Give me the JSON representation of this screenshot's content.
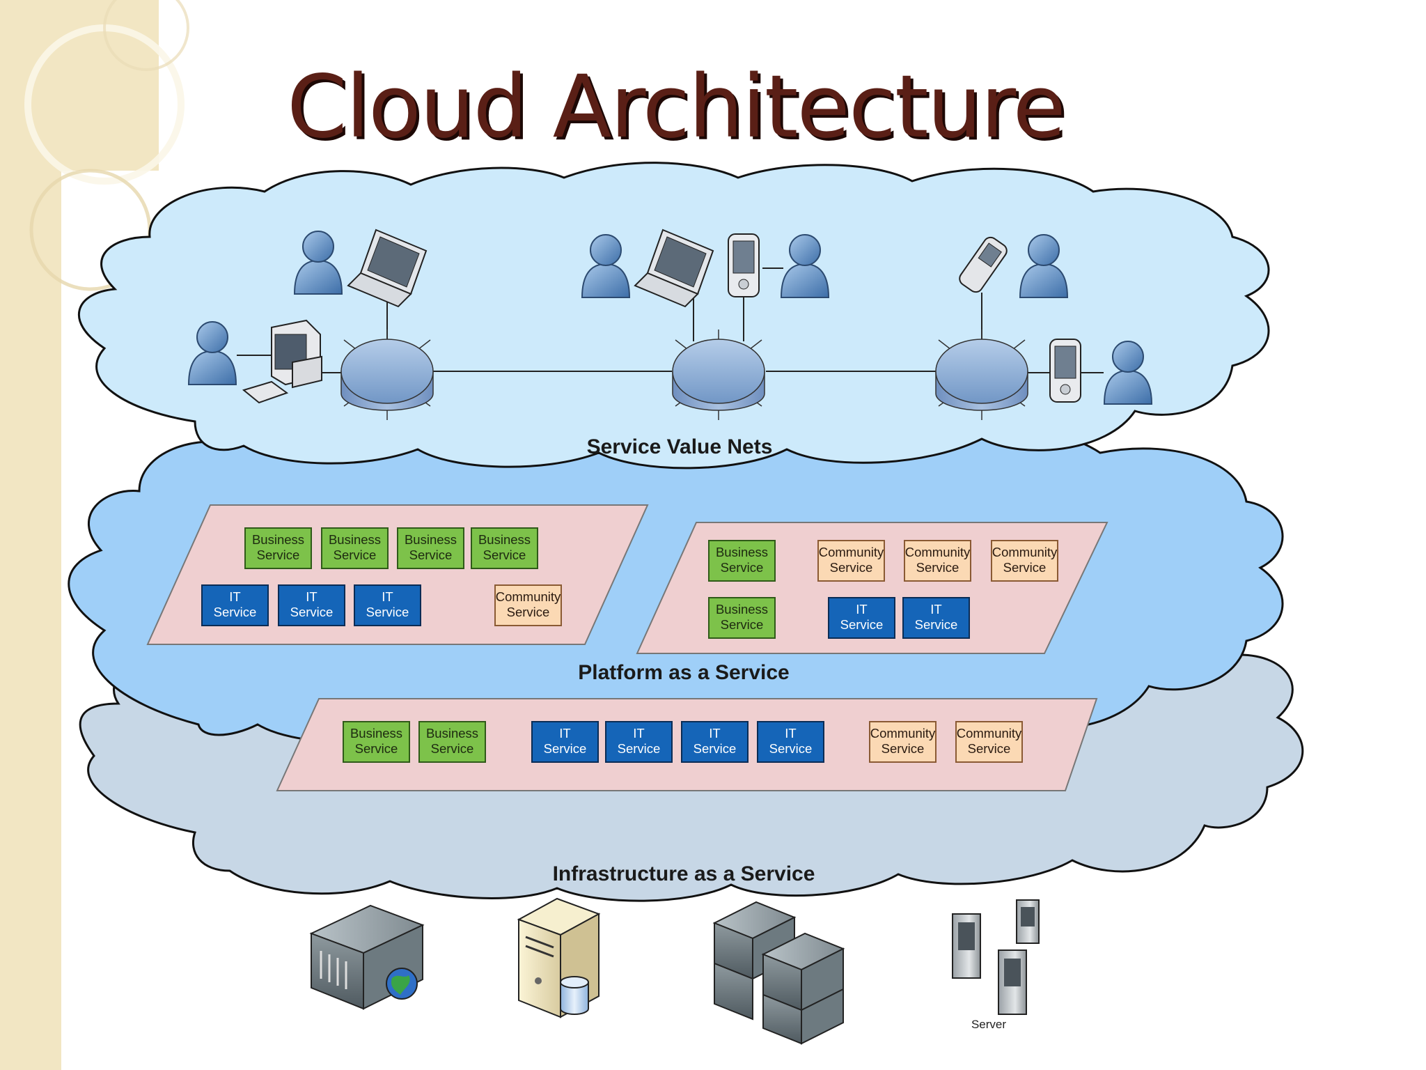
{
  "slide": {
    "title": "Cloud Architecture"
  },
  "colors": {
    "title_text": "#5a1f16",
    "title_shadow": "#1d0805",
    "sidebar": "#f2e6c3",
    "cloud_top": "#cdeafb",
    "cloud_middle": "#9fcff8",
    "cloud_bottom": "#c7d7e6",
    "panel": "#efcfd0",
    "business_service": "#7dc24a",
    "it_service": "#1565b8",
    "community_service": "#fbd9b4"
  },
  "layers": {
    "service_value_nets": {
      "label": "Service Value Nets"
    },
    "platform": {
      "label": "Platform as a Service"
    },
    "infrastructure": {
      "label": "Infrastructure as a Service",
      "server_label": "Server"
    }
  },
  "service_labels": {
    "business": [
      "Business",
      "Service"
    ],
    "it": [
      "IT",
      "Service"
    ],
    "community": [
      "Community",
      "Service"
    ]
  },
  "panels": [
    {
      "name": "left",
      "services": [
        [
          "business",
          "business",
          "business",
          "business"
        ],
        [
          "it",
          "it",
          "it",
          "community"
        ]
      ]
    },
    {
      "name": "right",
      "services": [
        [
          "business",
          "community",
          "community",
          "community"
        ],
        [
          "business",
          "it",
          "it"
        ]
      ]
    },
    {
      "name": "bottom",
      "services": [
        [
          "business",
          "business",
          "it",
          "it",
          "it",
          "it",
          "community",
          "community"
        ]
      ]
    }
  ]
}
